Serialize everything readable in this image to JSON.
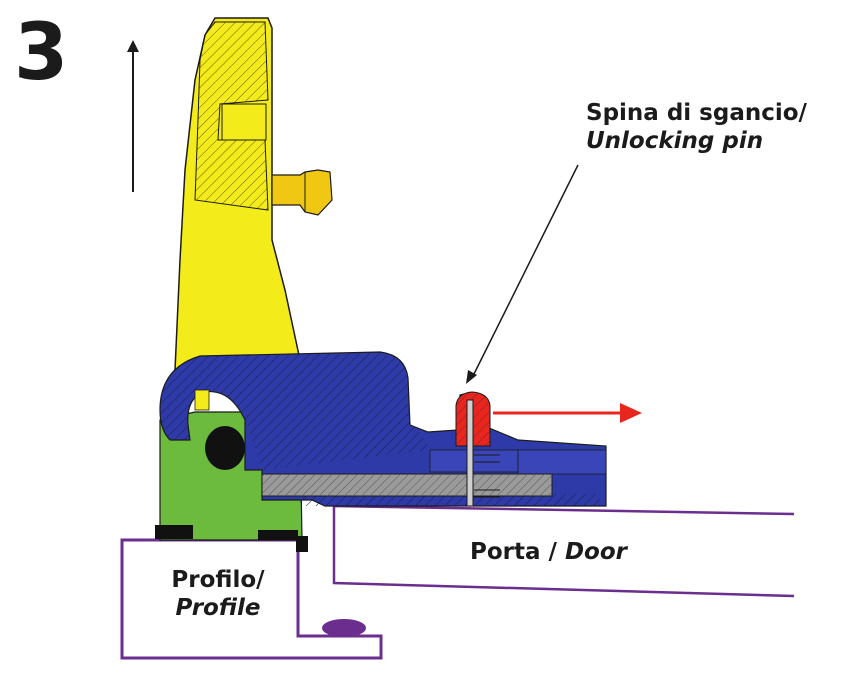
{
  "step": "3",
  "labels": {
    "unlocking_pin_it": "Spina di sgancio/",
    "unlocking_pin_en": "Unlocking pin",
    "door_it": "Porta / ",
    "door_en": "Door",
    "profile_it": "Profilo/",
    "profile_en": "Profile"
  },
  "colors": {
    "yellow_part": "#f4ec1a",
    "blue_part": "#2e3aa8",
    "green_part": "#6cbb3c",
    "red_pin": "#e8261e",
    "outline_purple": "#6b2d8e",
    "arrow_red": "#e8261e"
  }
}
